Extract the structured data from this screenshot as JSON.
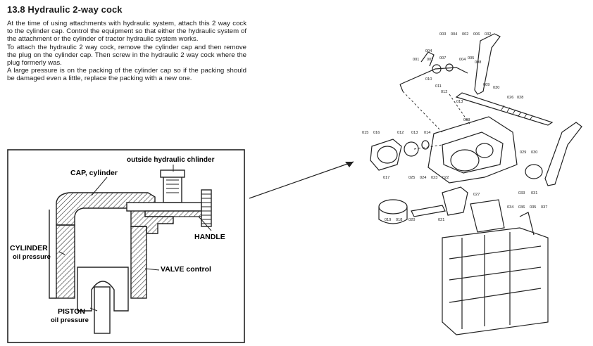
{
  "section": {
    "title": "13.8  Hydraulic 2-way cock",
    "paragraphs": [
      "At the time of using attachments with hydraulic system, attach this 2 way cock to the cylinder cap. Control the equipment so that either the hydraulic system of the attachment or the cylinder of tractor hydraulic system works.",
      "To attach the hydraulic 2 way cock, remove the cylinder cap and then remove the plug on the cylinder cap. Then screw in the hydraulic 2 way cock where the plug formerly was.",
      "A large pressure is on the packing of the cylinder cap so if the packing should be damaged even a little, replace the packing with a new one."
    ]
  },
  "left_diagram": {
    "labels": {
      "outside": "outside hydraulic chlinder",
      "cap": "CAP, cylinder",
      "handle": "HANDLE",
      "cylinder": "CYLINDER",
      "cylinder_sub": "oil pressure",
      "valve": "VALVE control",
      "piston": "PISTON",
      "piston_sub": "oil pressure"
    }
  },
  "right_diagram": {
    "part_numbers": {
      "p1": "003",
      "p2": "004",
      "p3": "002",
      "p4": "006",
      "p5": "032",
      "p6": "004",
      "p7": "001",
      "p8": "002",
      "p9": "007",
      "p10": "004",
      "p11": "005",
      "p12": "008",
      "p13": "010",
      "p14": "011",
      "p15": "012",
      "p16": "013",
      "p17": "009",
      "p18": "028",
      "p19": "030",
      "p20": "026",
      "p21": "015",
      "p22": "016",
      "p23": "012",
      "p24": "013",
      "p25": "014",
      "p26": "008",
      "p27": "017",
      "p28": "025",
      "p29": "024",
      "p30": "023",
      "p31": "022",
      "p32": "027",
      "p33": "029",
      "p34": "030",
      "p35": "033",
      "p36": "031",
      "p37": "019",
      "p38": "018",
      "p39": "020",
      "p40": "021",
      "p41": "034",
      "p42": "036",
      "p43": "035",
      "p44": "037"
    }
  }
}
